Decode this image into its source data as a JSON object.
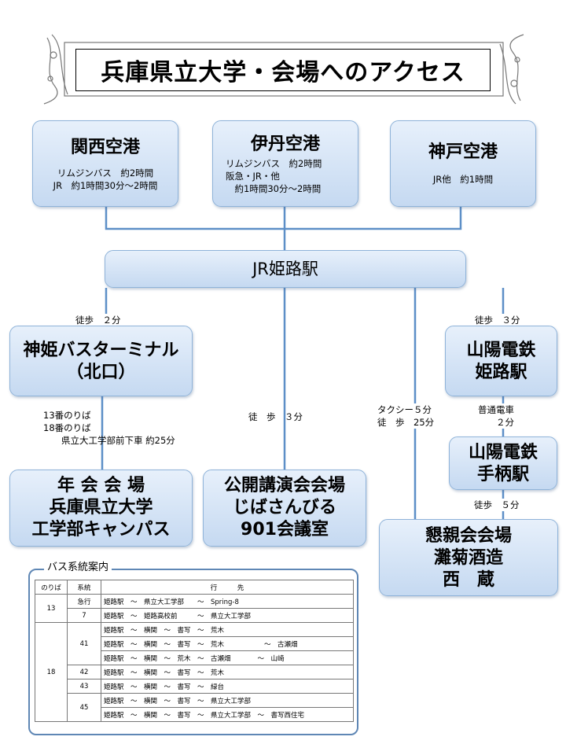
{
  "title": "兵庫県立大学・会場へのアクセス",
  "colors": {
    "box_top": "#e7f0fb",
    "box_bottom": "#c5d9f1",
    "box_border": "#8fb3d9",
    "connector": "#5d8fc7"
  },
  "airports": {
    "kansai": {
      "name": "関西空港",
      "detail": "リムジンバス　約2時間\nJR　約1時間30分～2時間"
    },
    "itami": {
      "name": "伊丹空港",
      "detail": "リムジンバス　約2時間\n阪急・JR・他\n　約1時間30分～2時間"
    },
    "kobe": {
      "name": "神戸空港",
      "detail": "JR他　約1時間"
    }
  },
  "jr_himeji": "JR姫路駅",
  "shinki_terminal": "神姫バスターミナル\n（北口）",
  "sanyo_himeji": "山陽電鉄\n姫路駅",
  "sanyo_tegara": "山陽電鉄\n手柄駅",
  "annual_venue": "年 会 会 場\n兵庫県立大学\n工学部キャンパス",
  "lecture_venue": "公開講演会会場\nじばさんびる\n901会議室",
  "reception_venue": "懇親会会場\n灘菊酒造\n西　蔵",
  "labels": {
    "walk_terminal": "徒歩　２分",
    "walk_sanyo": "徒歩　３分",
    "bus_stops": "13番のりば\n18番のりば\n　　県立大工学部前下車 約25分",
    "walk_lecture": "徒　歩　３分",
    "taxi_walk": "タクシー５分\n徒　歩　25分",
    "local_train": "普通電車\n２分",
    "walk_reception": "徒歩　５分"
  },
  "bus_guide": {
    "heading": "バス系統案内",
    "columns": [
      "のりば",
      "系統",
      "行　　　先"
    ],
    "rows": [
      {
        "stop": "13",
        "route": "急行",
        "dest": "姫路駅　～　県立大工学部　　～　Spring-8"
      },
      {
        "stop": "",
        "route": "7",
        "dest": "姫路駅　～　姫路高校前　　　～　県立大工学部"
      },
      {
        "stop": "18",
        "route": "41",
        "dest": "姫路駅　～　横関　～　書写　～　荒木"
      },
      {
        "stop": "",
        "route": "",
        "dest": "姫路駅　～　横関　～　書写　～　荒木　　　　　　～　古瀬畑"
      },
      {
        "stop": "",
        "route": "",
        "dest": "姫路駅　～　横関　～　荒木　～　古瀬畑　　　　～　山崎"
      },
      {
        "stop": "",
        "route": "42",
        "dest": "姫路駅　～　横関　～　書写　～　荒木"
      },
      {
        "stop": "",
        "route": "43",
        "dest": "姫路駅　～　横関　～　書写　～　緑台"
      },
      {
        "stop": "",
        "route": "45",
        "dest": "姫路駅　～　横関　～　書写　～　県立大工学部"
      },
      {
        "stop": "",
        "route": "",
        "dest": "姫路駅　～　横関　～　書写　～　県立大工学部　～　書写西住宅"
      }
    ]
  }
}
